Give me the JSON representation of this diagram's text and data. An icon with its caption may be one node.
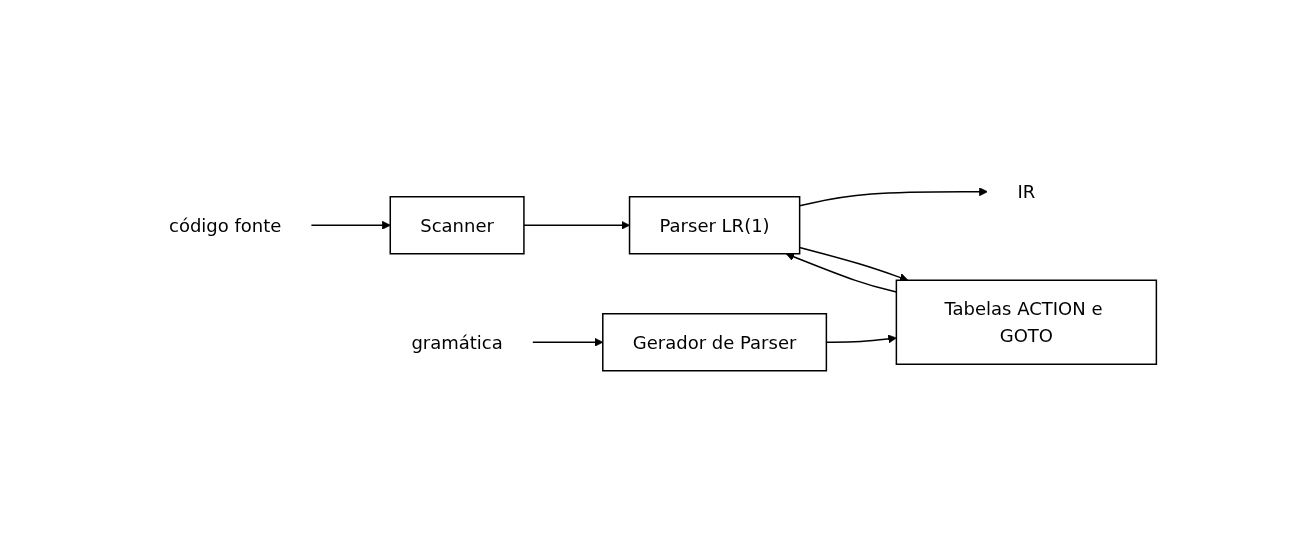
{
  "diagram": {
    "nodes": [
      {
        "text": [
          "código fonte"
        ]
      },
      {
        "text": [
          "Scanner"
        ]
      },
      {
        "text": [
          "Parser LR(1)"
        ]
      },
      {
        "text": [
          "IR"
        ]
      },
      {
        "text": [
          "gramática"
        ]
      },
      {
        "text": [
          "Gerador de Parser"
        ]
      },
      {
        "text": [
          "Tabelas ACTION e GOTO"
        ]
      }
    ],
    "edges": [
      {
        "from": 0,
        "to": 1,
        "arrow": "to"
      },
      {
        "from": 1,
        "to": 2,
        "arrow": "to"
      },
      {
        "from": 2,
        "to": 3,
        "arrow": "to"
      },
      {
        "from": 2,
        "to": 6,
        "arrow": "to"
      },
      {
        "from": 6,
        "to": 2,
        "arrow": "to"
      },
      {
        "from": 4,
        "to": 5,
        "arrow": "to"
      },
      {
        "from": 5,
        "to": 6,
        "arrow": "to"
      }
    ]
  }
}
